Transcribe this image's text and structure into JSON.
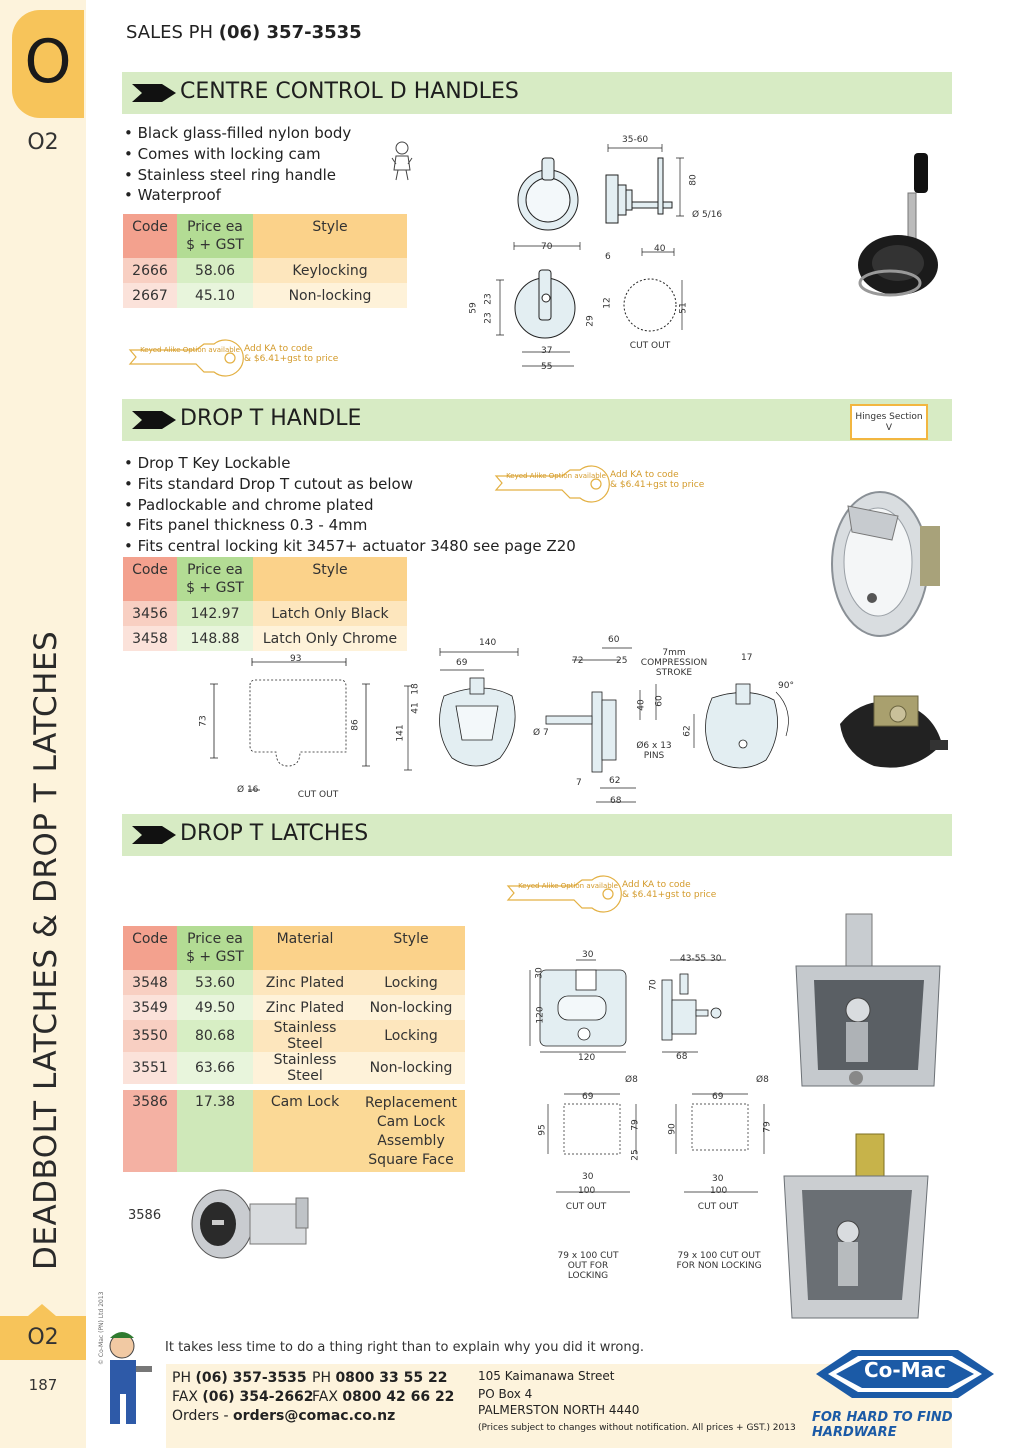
{
  "sidebar": {
    "letter": "O",
    "page_code_top": "O2",
    "vertical_title": "DEADBOLT LATCHES & DROP T LATCHES",
    "copyright": "© Co-Mac (PN) Ltd 2013",
    "page_code_bottom": "O2",
    "page_number": "187"
  },
  "sales": {
    "label": "SALES  PH",
    "phone": "(06) 357-3535"
  },
  "sections": {
    "centre": {
      "title": "CENTRE CONTROL D HANDLES",
      "bullets": [
        "Black glass-filled nylon body",
        "Comes with locking cam",
        "Stainless steel ring handle",
        "Waterproof"
      ],
      "headers": {
        "code": "Code",
        "price1": "Price ea",
        "price2": "$ + GST",
        "style": "Style"
      },
      "rows": [
        {
          "code": "2666",
          "price": "58.06",
          "style": "Keylocking"
        },
        {
          "code": "2667",
          "price": "45.10",
          "style": "Non-locking"
        }
      ],
      "dims": {
        "d1": "35-60",
        "d2": "80",
        "d3": "Ø 5/16",
        "d4": "70",
        "d5": "6",
        "d6": "40",
        "d7": "59",
        "d8": "23",
        "d9": "23",
        "d10": "29",
        "d11": "12",
        "d12": "37",
        "d13": "55",
        "d14": "51",
        "cutout": "CUT OUT"
      }
    },
    "dropt_handle": {
      "title": "DROP T HANDLE",
      "hinges": "Hinges Section V",
      "bullets": [
        "Drop T Key Lockable",
        "Fits standard Drop T cutout as below",
        "Padlockable and chrome plated",
        "Fits panel thickness 0.3 - 4mm",
        "Fits central locking kit 3457+ actuator 3480 see page Z20"
      ],
      "headers": {
        "code": "Code",
        "price1": "Price ea",
        "price2": "$ + GST",
        "style": "Style"
      },
      "rows": [
        {
          "code": "3456",
          "price": "142.97",
          "style": "Latch Only Black"
        },
        {
          "code": "3458",
          "price": "148.88",
          "style": "Latch Only Chrome"
        }
      ],
      "dims": {
        "a": "93",
        "b": "73",
        "c": "86",
        "d": "Ø 16",
        "e": "140",
        "f": "69",
        "g": "18",
        "h": "41",
        "i": "141",
        "j": "60",
        "k": "72",
        "l": "25",
        "m": "7mm COMPRESSION STROKE",
        "n": "17",
        "o": "90°",
        "p": "40",
        "q": "60",
        "r": "Ø 7",
        "s": "Ø6 x 13 PINS",
        "t": "62",
        "u": "7",
        "v": "62",
        "w": "68",
        "cutout": "CUT OUT"
      }
    },
    "dropt_latches": {
      "title": "DROP T LATCHES",
      "headers": {
        "code": "Code",
        "price1": "Price ea",
        "price2": "$ + GST",
        "material": "Material",
        "style": "Style"
      },
      "rows": [
        {
          "code": "3548",
          "price": "53.60",
          "material": "Zinc Plated",
          "style": "Locking"
        },
        {
          "code": "3549",
          "price": "49.50",
          "material": "Zinc Plated",
          "style": "Non-locking"
        },
        {
          "code": "3550",
          "price": "80.68",
          "material": "Stainless Steel",
          "style": "Locking"
        },
        {
          "code": "3551",
          "price": "63.66",
          "material": "Stainless Steel",
          "style": "Non-locking"
        }
      ],
      "extra_row": {
        "code": "3586",
        "price": "17.38",
        "material": "Cam Lock",
        "style": [
          "Replacement",
          "Cam Lock",
          "Assembly",
          "Square Face"
        ]
      },
      "image_label": "3586",
      "dims": {
        "a": "30",
        "b": "30",
        "c": "120",
        "d": "120",
        "e": "43-55",
        "f": "30",
        "g": "70",
        "h": "68",
        "i": "Ø8",
        "j": "69",
        "k": "95",
        "l": "79",
        "m": "25",
        "n": "30",
        "o": "100",
        "p": "Ø8",
        "q": "69",
        "r": "90",
        "s": "79",
        "t": "30",
        "u": "100",
        "cutout": "CUT OUT",
        "cap1": "79 x 100 CUT OUT FOR LOCKING",
        "cap2": "79 x 100 CUT OUT FOR NON LOCKING"
      }
    }
  },
  "keyed_alike": {
    "label": "Keyed Alike Option available",
    "note1": "Add KA to code",
    "note2": "& $6.41+gst to price"
  },
  "footer": {
    "quote": "It takes less time to do a thing right than to explain why you did it wrong.",
    "ph_label": "PH",
    "ph": "(06) 357-3535",
    "ph2_label": "PH",
    "ph2": "0800 33 55 22",
    "fax_label": "FAX",
    "fax": "(06) 354-2662",
    "fax2_label": "FAX",
    "fax2": "0800 42 66 22",
    "orders_label": "Orders -",
    "orders": "orders@comac.co.nz",
    "addr1": "105 Kaimanawa Street",
    "addr2": "PO Box 4",
    "addr3": "PALMERSTON NORTH 4440",
    "addr4": "(Prices subject to changes without notification.  All prices + GST.)  2013",
    "logo": "Co-Mac",
    "tagline": "FOR HARD TO FIND HARDWARE"
  },
  "colors": {
    "header_green": "#d7ebc4",
    "tab_orange": "#f7c45a",
    "code_red": "#f3a18e",
    "price_green": "#b3dc94",
    "style_orange": "#fbd28a",
    "brand_blue": "#1b5aa6"
  }
}
